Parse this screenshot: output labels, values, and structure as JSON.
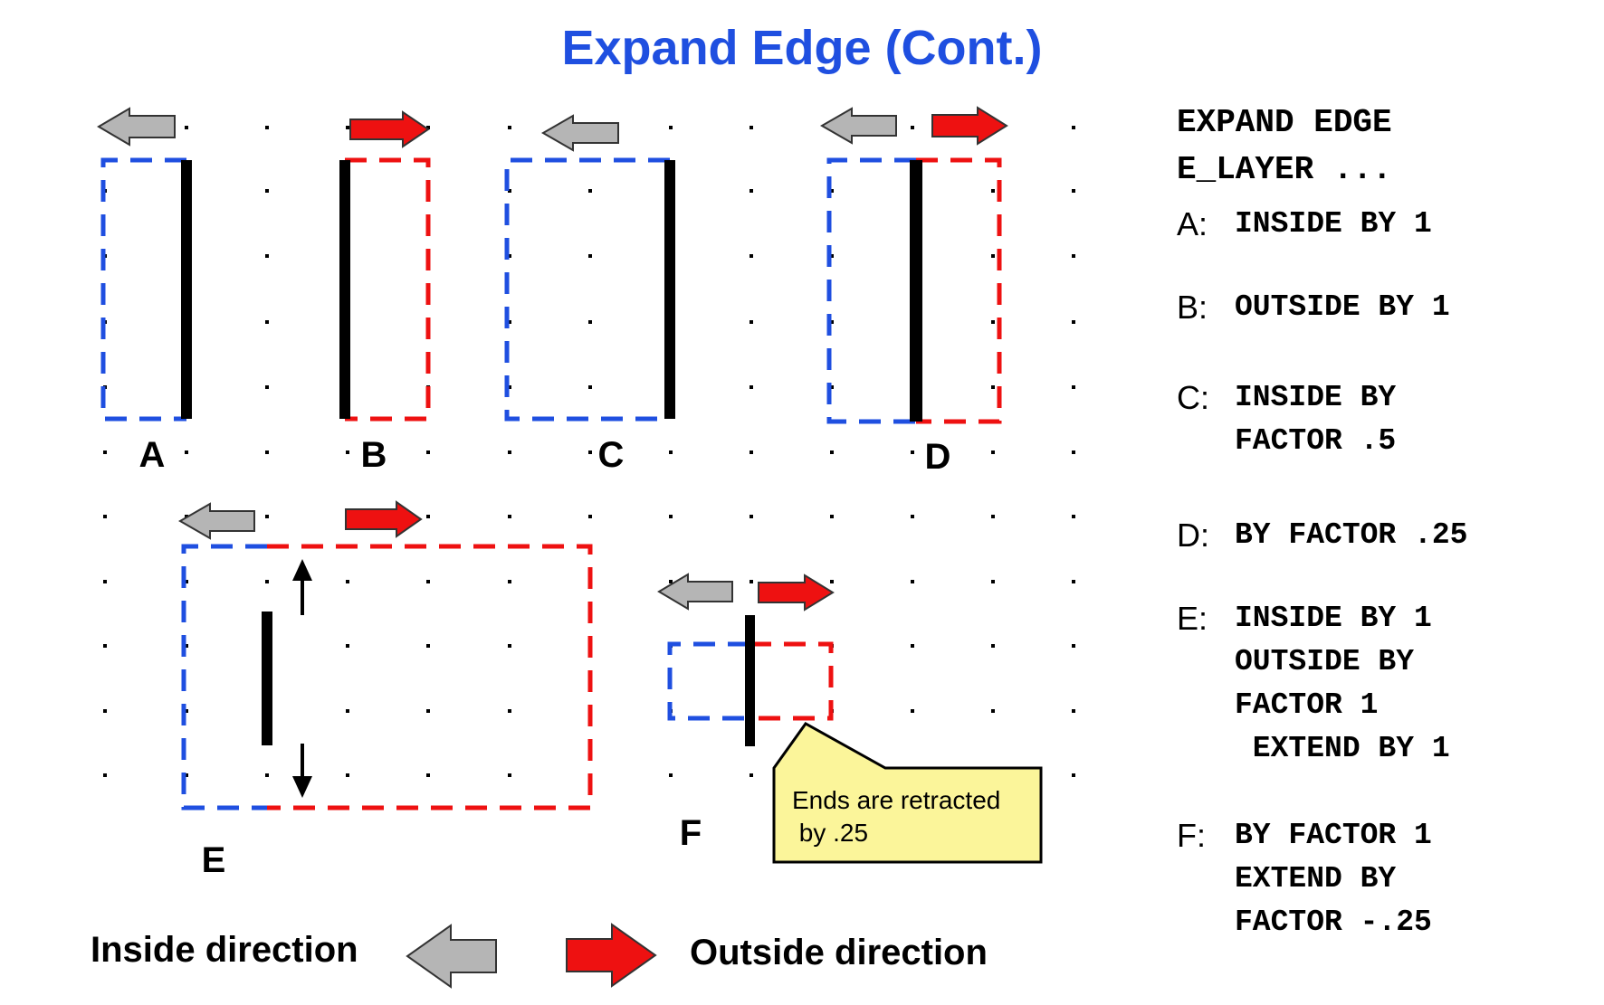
{
  "title": "Expand Edge (Cont.)",
  "colors": {
    "title": "#1f4fe0",
    "inside_box": "#1f4fe0",
    "outside_box": "#ee1111",
    "edge": "#000000",
    "inside_arrow": "#b5b5b5",
    "outside_arrow": "#ee1111",
    "callout_fill": "#fbf59a"
  },
  "diagrams": [
    {
      "label": "A"
    },
    {
      "label": "B"
    },
    {
      "label": "C"
    },
    {
      "label": "D"
    },
    {
      "label": "E"
    },
    {
      "label": "F"
    }
  ],
  "callout": {
    "lines": [
      "Ends are retracted",
      " by .25"
    ]
  },
  "legend": {
    "inside": "Inside direction",
    "outside": "Outside direction"
  },
  "code": {
    "header": [
      "EXPAND EDGE",
      "E_LAYER ..."
    ],
    "entries": [
      {
        "tag": "A:",
        "lines": [
          "INSIDE BY 1"
        ]
      },
      {
        "tag": "B:",
        "lines": [
          "OUTSIDE BY 1"
        ]
      },
      {
        "tag": "C:",
        "lines": [
          "INSIDE BY",
          "FACTOR .5"
        ]
      },
      {
        "tag": "D:",
        "lines": [
          "BY FACTOR .25"
        ]
      },
      {
        "tag": "E:",
        "lines": [
          "INSIDE BY 1",
          "OUTSIDE BY",
          "FACTOR 1",
          " EXTEND BY 1"
        ]
      },
      {
        "tag": "F:",
        "lines": [
          "BY FACTOR 1",
          "EXTEND BY",
          "FACTOR -.25"
        ]
      }
    ]
  }
}
